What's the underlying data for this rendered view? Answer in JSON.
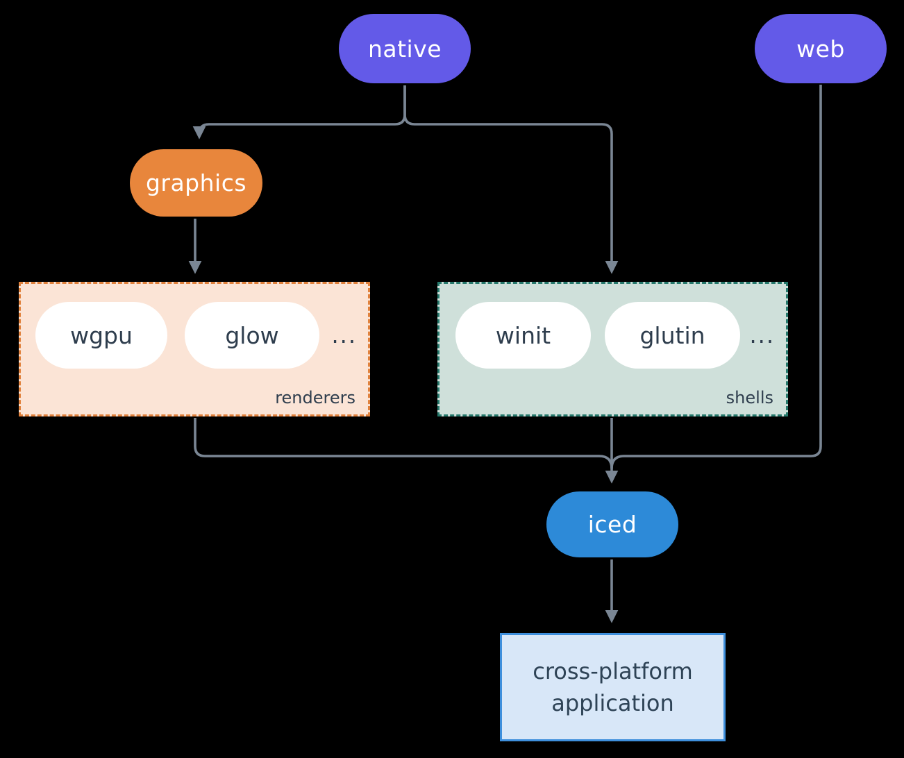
{
  "background": "#000000",
  "edge_color": "#7A8694",
  "text_color": "#2E3D4D",
  "nodes": {
    "native": {
      "label": "native",
      "color": "#635AE8"
    },
    "web": {
      "label": "web",
      "color": "#635AE8"
    },
    "graphics": {
      "label": "graphics",
      "color": "#E8863C"
    },
    "iced": {
      "label": "iced",
      "color": "#2D8AD8"
    },
    "application": {
      "label": "cross-platform application",
      "bg": "#D8E7F8",
      "border": "#3E8FDC"
    }
  },
  "groups": {
    "renderers": {
      "label": "renderers",
      "bg": "#FBE4D6",
      "border": "#E0813C",
      "items": [
        {
          "label": "wgpu"
        },
        {
          "label": "glow"
        }
      ],
      "ellipsis": "..."
    },
    "shells": {
      "label": "shells",
      "bg": "#CFE0DA",
      "border": "#26796C",
      "items": [
        {
          "label": "winit"
        },
        {
          "label": "glutin"
        }
      ],
      "ellipsis": "..."
    }
  }
}
